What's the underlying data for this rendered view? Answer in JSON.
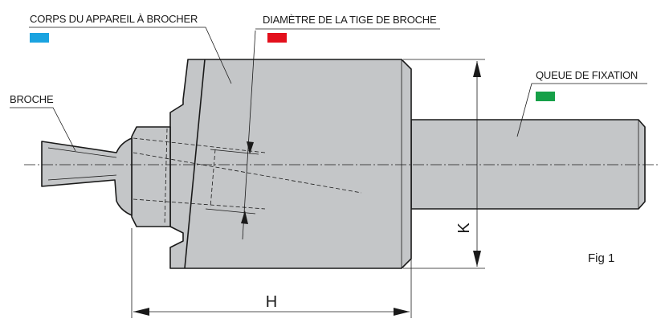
{
  "labels": {
    "body": "CORPS DU APPAREIL À BROCHER",
    "rod_diameter": "DIAMÈTRE DE LA TIGE DE BROCHE",
    "shank": "QUEUE DE FIXATION",
    "broach": "BROCHE",
    "dim_h": "H",
    "dim_k": "K",
    "figure": "Fig 1"
  },
  "colors": {
    "body": "#1aa3e0",
    "rod_diameter": "#e3101c",
    "shank": "#16a048",
    "part_fill": "#c4c6c8"
  }
}
